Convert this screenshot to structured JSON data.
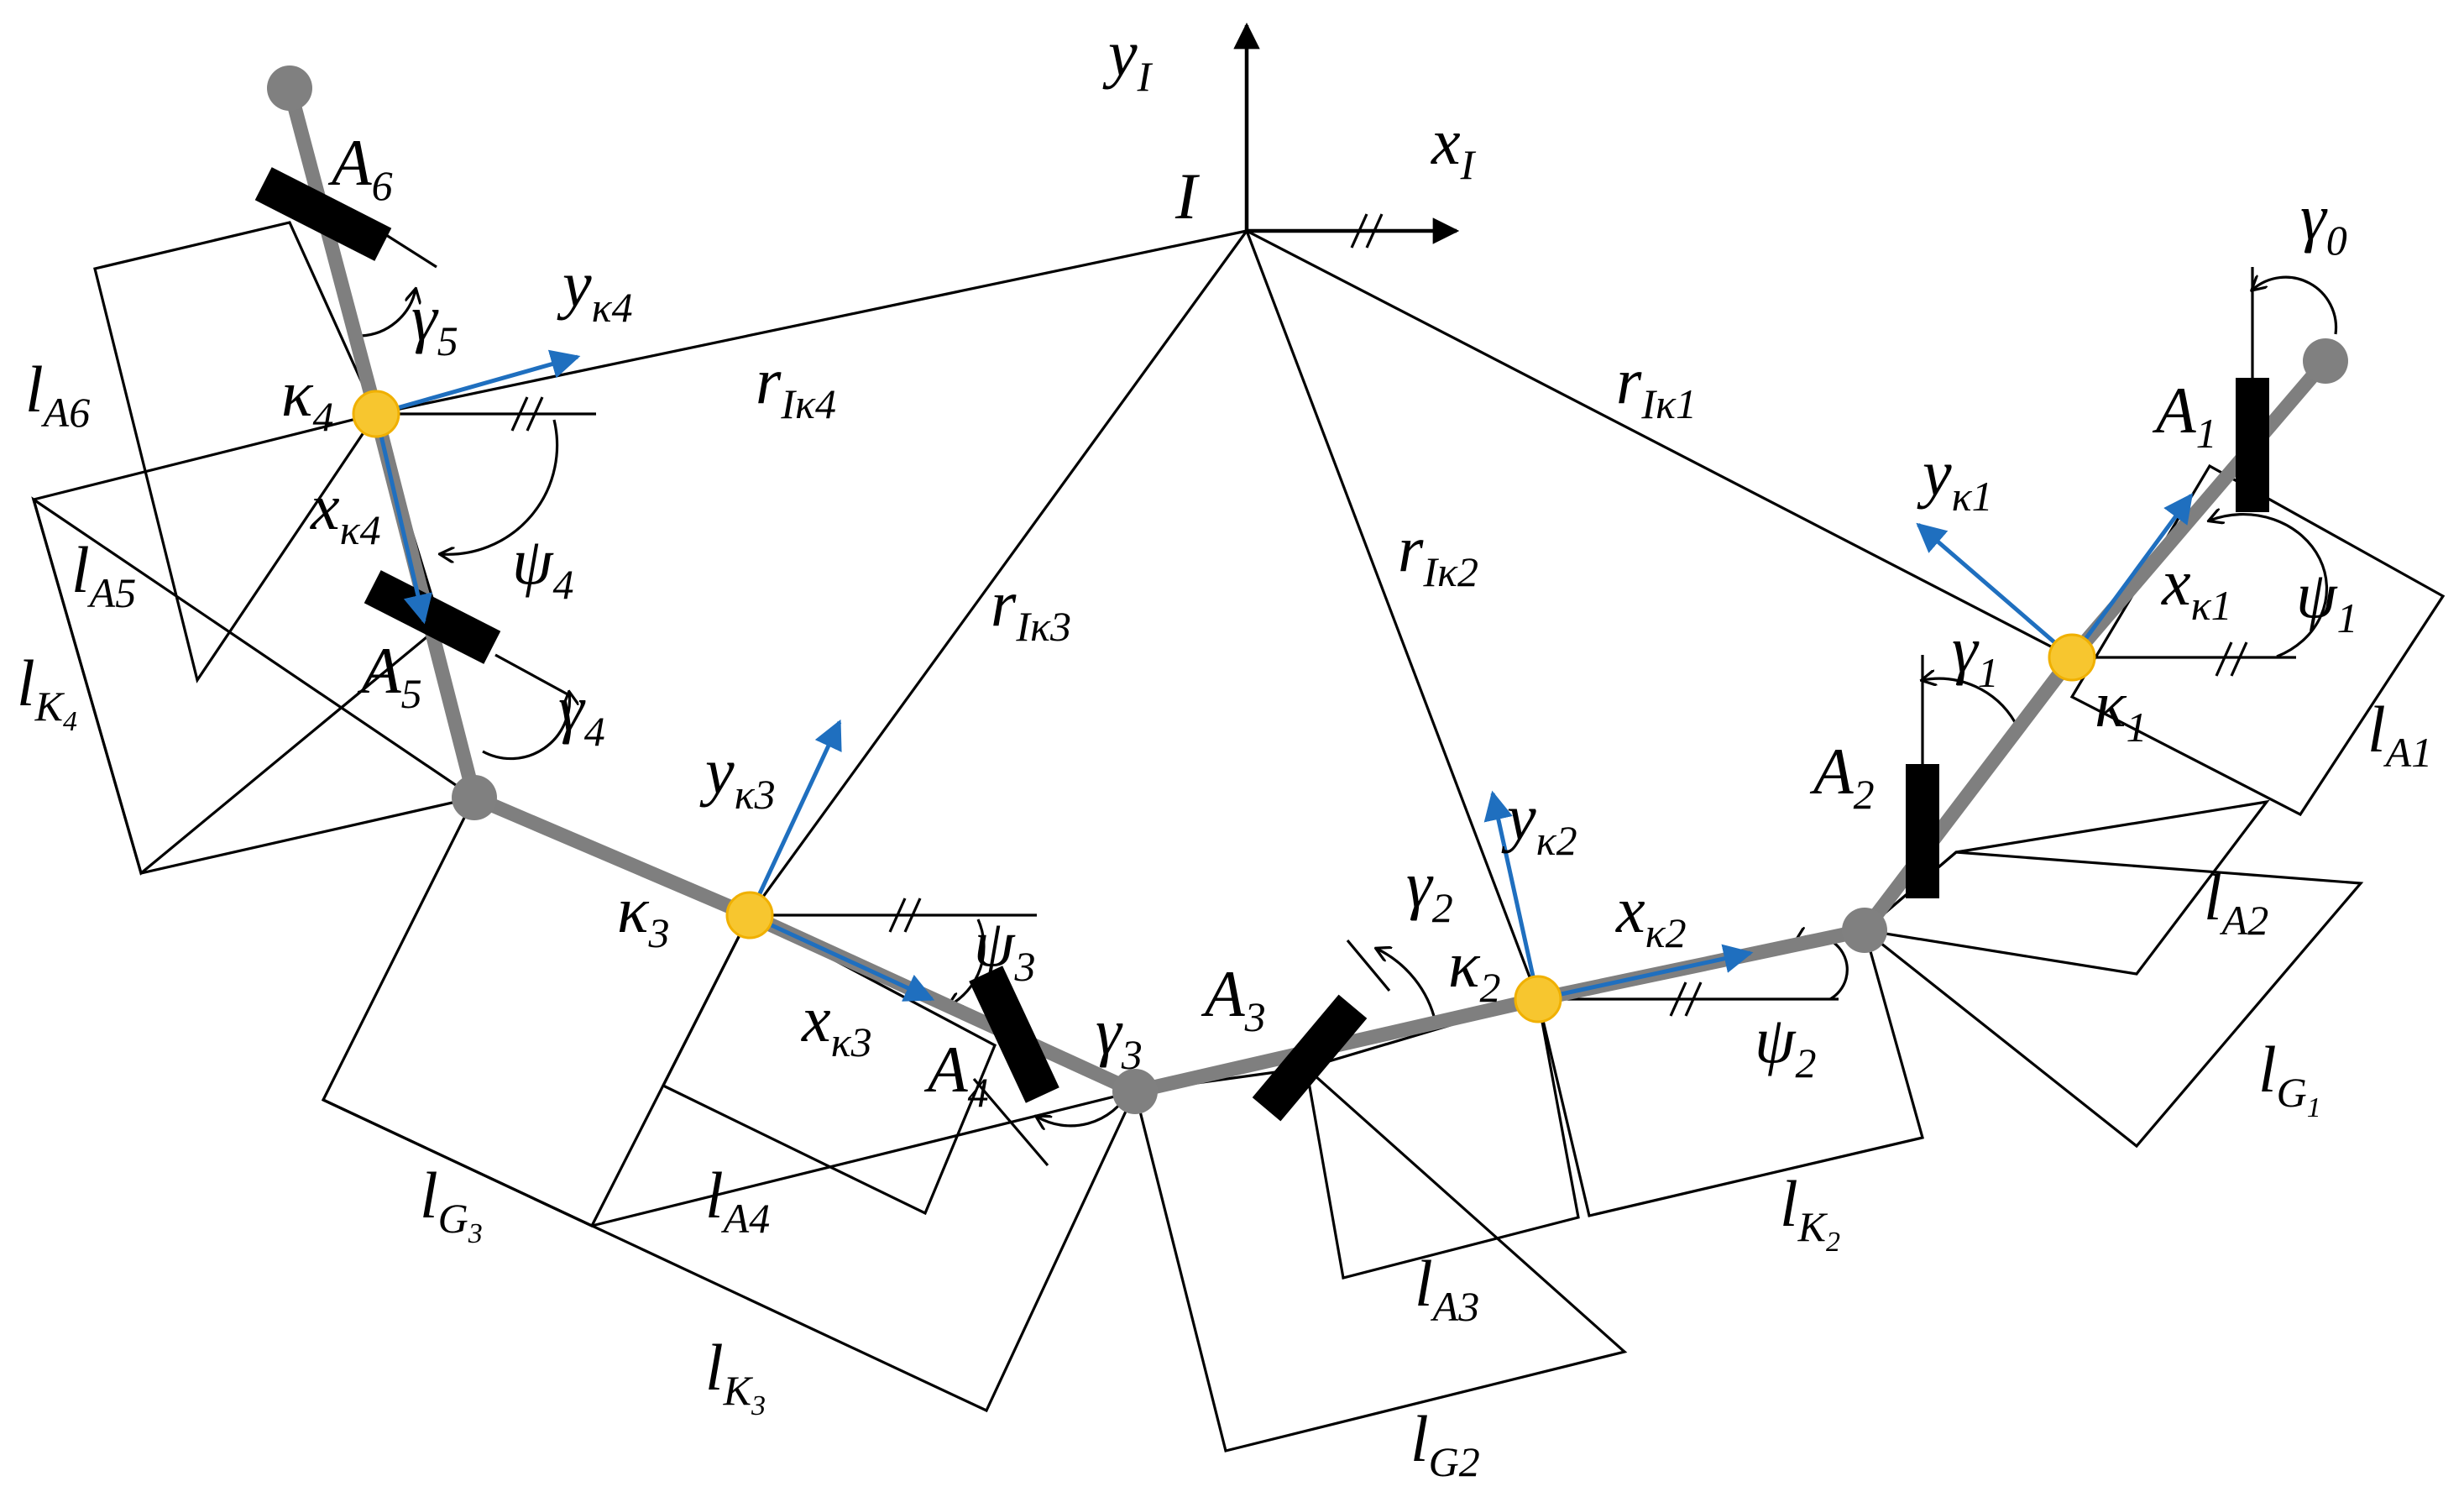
{
  "colors": {
    "link": "#7f7f7f",
    "joint": "#808080",
    "body_frame_origin": "#f7c62f",
    "body_axis": "#1f6fbf",
    "actuator": "#000000",
    "line": "#000000"
  },
  "inertial_frame": {
    "origin": "I",
    "x_axis": "x",
    "x_sub": "I",
    "y_axis": "y",
    "y_sub": "I"
  },
  "body_frames": [
    {
      "id": "k1",
      "origin": "κ",
      "origin_sub": "1",
      "x": "x",
      "x_sub": "κ1",
      "y": "y",
      "y_sub": "κ1",
      "r": "r",
      "r_sub": "Iκ1"
    },
    {
      "id": "k2",
      "origin": "κ",
      "origin_sub": "2",
      "x": "x",
      "x_sub": "κ2",
      "y": "y",
      "y_sub": "κ2",
      "r": "r",
      "r_sub": "Iκ2"
    },
    {
      "id": "k3",
      "origin": "κ",
      "origin_sub": "3",
      "x": "x",
      "x_sub": "κ3",
      "y": "y",
      "y_sub": "κ3",
      "r": "r",
      "r_sub": "Iκ3"
    },
    {
      "id": "k4",
      "origin": "κ",
      "origin_sub": "4",
      "x": "x",
      "x_sub": "κ4",
      "y": "y",
      "y_sub": "κ4",
      "r": "r",
      "r_sub": "Iκ4"
    }
  ],
  "actuators": [
    {
      "id": "A1",
      "main": "A",
      "sub": "1"
    },
    {
      "id": "A2",
      "main": "A",
      "sub": "2"
    },
    {
      "id": "A3",
      "main": "A",
      "sub": "3"
    },
    {
      "id": "A4",
      "main": "A",
      "sub": "4"
    },
    {
      "id": "A5",
      "main": "A",
      "sub": "5"
    },
    {
      "id": "A6",
      "main": "A",
      "sub": "6"
    }
  ],
  "angles": [
    {
      "id": "psi1",
      "main": "ψ",
      "sub": "1"
    },
    {
      "id": "psi2",
      "main": "ψ",
      "sub": "2"
    },
    {
      "id": "psi3",
      "main": "ψ",
      "sub": "3"
    },
    {
      "id": "psi4",
      "main": "ψ",
      "sub": "4"
    },
    {
      "id": "gamma0",
      "main": "γ",
      "sub": "0"
    },
    {
      "id": "gamma1",
      "main": "γ",
      "sub": "1"
    },
    {
      "id": "gamma2",
      "main": "γ",
      "sub": "2"
    },
    {
      "id": "gamma3",
      "main": "γ",
      "sub": "3"
    },
    {
      "id": "gamma4",
      "main": "γ",
      "sub": "4"
    },
    {
      "id": "gamma5",
      "main": "γ",
      "sub": "5"
    }
  ],
  "lengths": [
    {
      "id": "lA1",
      "main": "l",
      "sub": "A1"
    },
    {
      "id": "lA2",
      "main": "l",
      "sub": "A2"
    },
    {
      "id": "lA3",
      "main": "l",
      "sub": "A3"
    },
    {
      "id": "lA4",
      "main": "l",
      "sub": "A4"
    },
    {
      "id": "lA5",
      "main": "l",
      "sub": "A5"
    },
    {
      "id": "lA6",
      "main": "l",
      "sub": "A6"
    },
    {
      "id": "lG1",
      "main": "l",
      "sub": "G",
      "subsub": "1"
    },
    {
      "id": "lG2",
      "main": "l",
      "sub": "G2"
    },
    {
      "id": "lG3",
      "main": "l",
      "sub": "G",
      "subsub": "3"
    },
    {
      "id": "lK2",
      "main": "l",
      "sub": "K",
      "subsub": "2"
    },
    {
      "id": "lK3",
      "main": "l",
      "sub": "K",
      "subsub": "3"
    },
    {
      "id": "lK4",
      "main": "l",
      "sub": "K",
      "subsub": "4"
    }
  ]
}
